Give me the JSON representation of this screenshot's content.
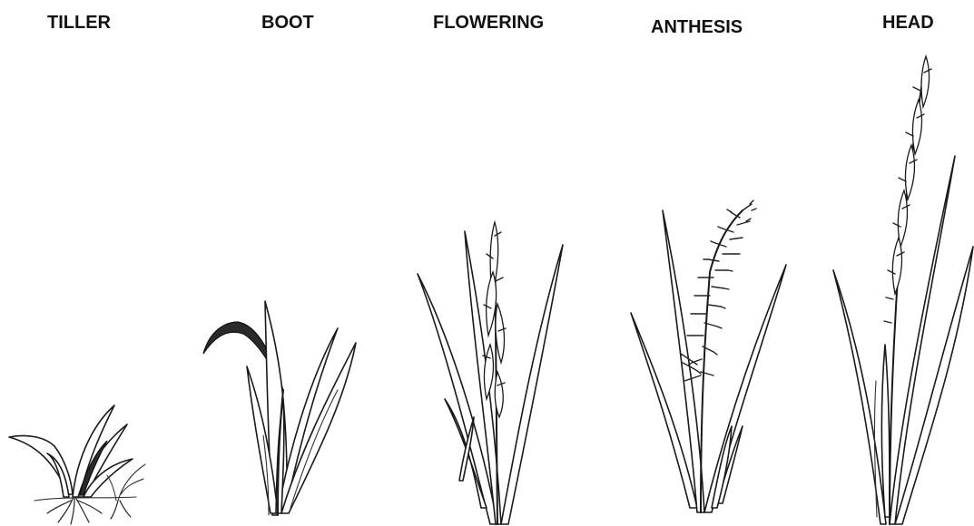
{
  "stages": [
    {
      "label": "TILLER",
      "icon": "grass-tiller-stage-illustration"
    },
    {
      "label": "BOOT",
      "icon": "grass-boot-stage-illustration"
    },
    {
      "label": "FLOWERING",
      "icon": "grass-flowering-stage-illustration"
    },
    {
      "label": "ANTHESIS",
      "icon": "grass-anthesis-stage-illustration"
    },
    {
      "label": "HEAD",
      "icon": "grass-head-stage-illustration"
    }
  ]
}
